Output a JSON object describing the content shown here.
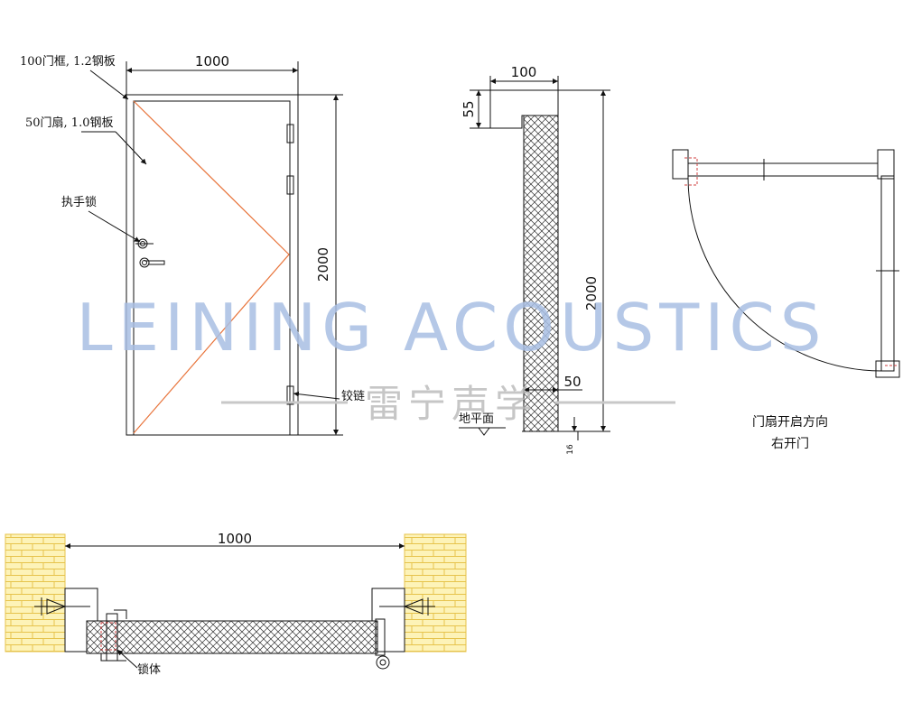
{
  "front_view": {
    "label_frame": "100门框, 1.2钢板",
    "label_leaf": "50门扇, 1.0钢板",
    "label_lock": "执手锁",
    "label_hinge": "铰链",
    "dim_width": "1000",
    "dim_height": "2000",
    "swing_line_color": "#e8743b"
  },
  "section_view": {
    "dim_frame_width": "100",
    "dim_frame_depth": "55",
    "dim_height": "2000",
    "dim_leaf": "50",
    "dim_gap": "16",
    "label_floor": "地平面"
  },
  "plan_view": {
    "caption_line1": "门扇开启方向",
    "caption_line2": "右开门"
  },
  "bottom_section": {
    "dim_width": "1000",
    "label_lock_body": "锁体",
    "wall_color": "#fdf3b8",
    "brick_line_color": "#e6c34c"
  },
  "watermark": {
    "english": "LEINING ACOUSTICS",
    "chinese": "雷宁声学",
    "english_color": "#a9bfe3"
  }
}
